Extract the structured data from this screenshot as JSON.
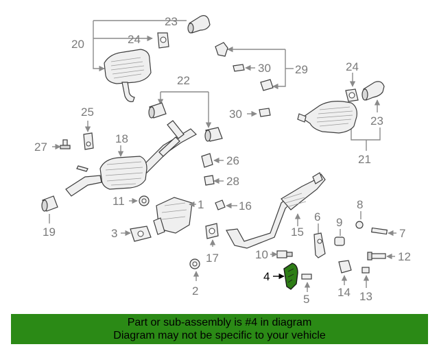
{
  "labels": {
    "l1": "1",
    "l2": "2",
    "l3": "3",
    "l4": "4",
    "l5": "5",
    "l6": "6",
    "l7": "7",
    "l8": "8",
    "l9": "9",
    "l10": "10",
    "l11": "11",
    "l12": "12",
    "l13": "13",
    "l14": "14",
    "l15": "15",
    "l16": "16",
    "l17": "17",
    "l18": "18",
    "l19": "19",
    "l20": "20",
    "l21": "21",
    "l22": "22",
    "l23a": "23",
    "l23b": "23",
    "l24a": "24",
    "l24b": "24",
    "l25": "25",
    "l26": "26",
    "l27": "27",
    "l28": "28",
    "l29": "29",
    "l30a": "30",
    "l30b": "30"
  },
  "banner": {
    "line1": "Part or sub-assembly is #4 in diagram",
    "line2": "Diagram may not be specific to your vehicle"
  },
  "colors": {
    "banner_bg": "#2b8a16",
    "highlight": "#2e7d16"
  }
}
